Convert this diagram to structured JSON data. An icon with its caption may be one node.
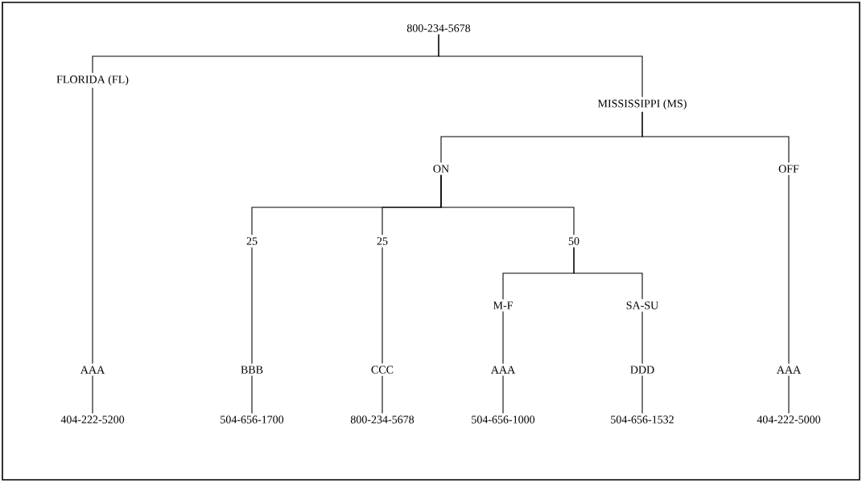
{
  "diagram": {
    "nodes": [
      {
        "text": [
          "800-234-5678"
        ]
      },
      {
        "text": [
          "FLORIDA (FL)"
        ]
      },
      {
        "text": [
          "MISSISSIPPI (MS)"
        ]
      },
      {
        "text": [
          "ON"
        ]
      },
      {
        "text": [
          "OFF"
        ]
      },
      {
        "text": [
          "25"
        ]
      },
      {
        "text": [
          "25"
        ]
      },
      {
        "text": [
          "50"
        ]
      },
      {
        "text": [
          "M-F"
        ]
      },
      {
        "text": [
          "SA-SU"
        ]
      },
      {
        "text": [
          "AAA"
        ]
      },
      {
        "text": [
          "BBB"
        ]
      },
      {
        "text": [
          "CCC"
        ]
      },
      {
        "text": [
          "AAA"
        ]
      },
      {
        "text": [
          "DDD"
        ]
      },
      {
        "text": [
          "AAA"
        ]
      },
      {
        "text": [
          "404-222-5200"
        ]
      },
      {
        "text": [
          "504-656-1700"
        ]
      },
      {
        "text": [
          "800-234-5678"
        ]
      },
      {
        "text": [
          "504-656-1000"
        ]
      },
      {
        "text": [
          "504-656-1532"
        ]
      },
      {
        "text": [
          "404-222-5000"
        ]
      }
    ],
    "edges": [
      {
        "from": 0,
        "to": 1,
        "arrow": "none"
      },
      {
        "from": 0,
        "to": 2,
        "arrow": "none"
      },
      {
        "from": 2,
        "to": 3,
        "arrow": "none"
      },
      {
        "from": 2,
        "to": 4,
        "arrow": "none"
      },
      {
        "from": 3,
        "to": 5,
        "arrow": "none"
      },
      {
        "from": 3,
        "to": 6,
        "arrow": "none"
      },
      {
        "from": 3,
        "to": 7,
        "arrow": "none"
      },
      {
        "from": 7,
        "to": 8,
        "arrow": "none"
      },
      {
        "from": 7,
        "to": 9,
        "arrow": "none"
      },
      {
        "from": 1,
        "to": 10,
        "arrow": "none"
      },
      {
        "from": 5,
        "to": 11,
        "arrow": "none"
      },
      {
        "from": 6,
        "to": 12,
        "arrow": "none"
      },
      {
        "from": 8,
        "to": 13,
        "arrow": "none"
      },
      {
        "from": 9,
        "to": 14,
        "arrow": "none"
      },
      {
        "from": 4,
        "to": 15,
        "arrow": "none"
      },
      {
        "from": 10,
        "to": 16,
        "arrow": "none"
      },
      {
        "from": 11,
        "to": 17,
        "arrow": "none"
      },
      {
        "from": 12,
        "to": 18,
        "arrow": "none"
      },
      {
        "from": 13,
        "to": 19,
        "arrow": "none"
      },
      {
        "from": 14,
        "to": 20,
        "arrow": "none"
      },
      {
        "from": 15,
        "to": 21,
        "arrow": "none"
      }
    ]
  }
}
